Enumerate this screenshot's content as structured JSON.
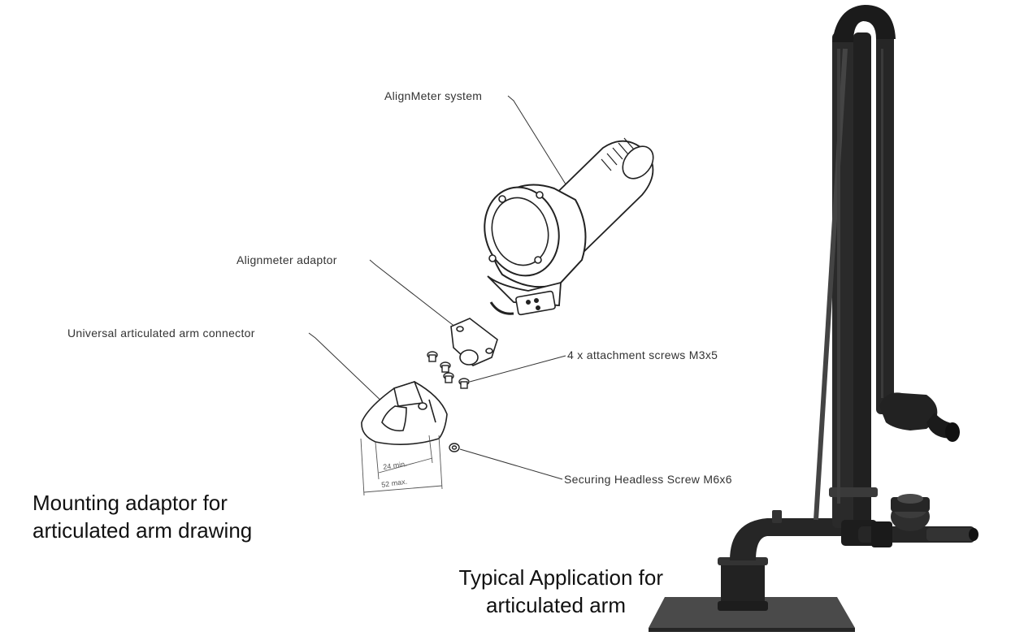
{
  "callouts": {
    "alignmeter_system": "AlignMeter system",
    "alignmeter_adaptor": "Alignmeter adaptor",
    "arm_connector": "Universal articulated arm connector",
    "attachment_screws": "4 x attachment screws M3x5",
    "headless_screw": "Securing Headless Screw M6x6"
  },
  "dimensions": {
    "min": "24 min.",
    "max": "52 max."
  },
  "captions": {
    "left_line1": "Mounting adaptor for",
    "left_line2": "articulated arm drawing",
    "right_line1": "Typical Application for",
    "right_line2": "articulated arm"
  }
}
